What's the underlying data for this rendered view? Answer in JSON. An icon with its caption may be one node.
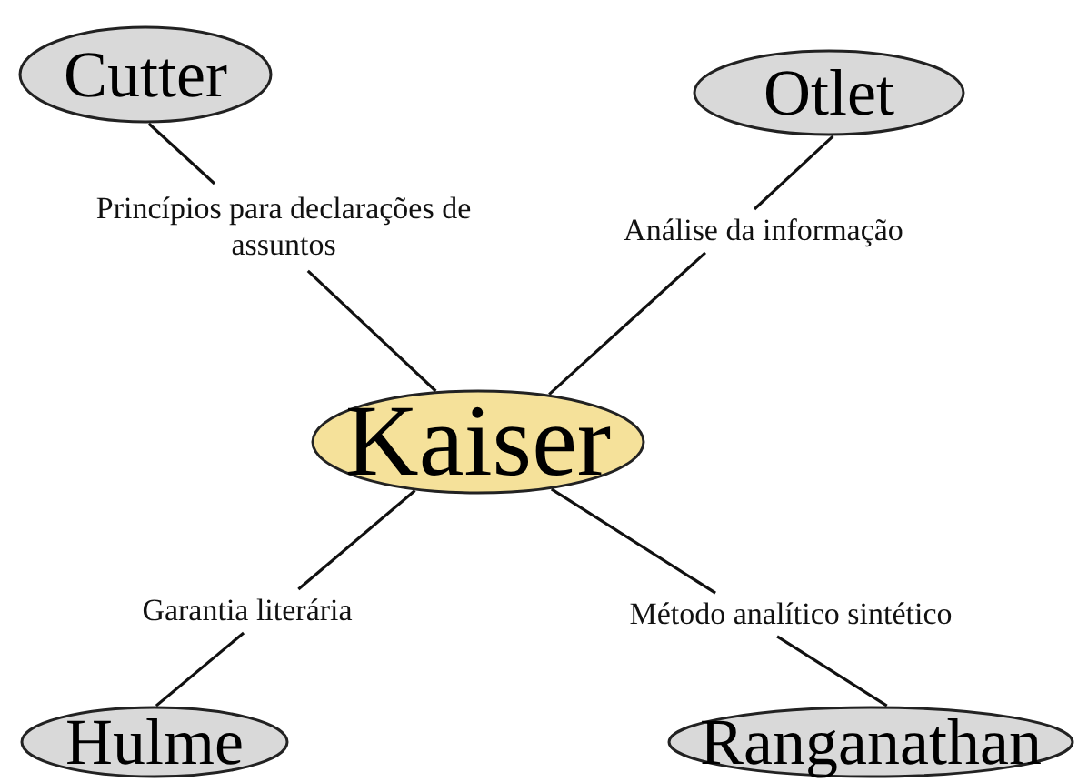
{
  "diagram": {
    "nodes": [
      {
        "text": [
          "Cutter"
        ]
      },
      {
        "text": [
          "Otlet"
        ]
      },
      {
        "text": [
          "Princípios para declarações de assuntos"
        ]
      },
      {
        "text": [
          "Análise da informação"
        ]
      },
      {
        "text": [
          "Kaiser"
        ]
      },
      {
        "text": [
          "Garantia literária"
        ]
      },
      {
        "text": [
          "Método analítico sintético"
        ]
      },
      {
        "text": [
          "Hulme"
        ]
      },
      {
        "text": [
          "Ranganathan"
        ]
      }
    ],
    "edges": [
      {
        "from": 0,
        "to": 2,
        "arrow": "none"
      },
      {
        "from": 2,
        "to": 4,
        "arrow": "none"
      },
      {
        "from": 1,
        "to": 3,
        "arrow": "none"
      },
      {
        "from": 3,
        "to": 4,
        "arrow": "none"
      },
      {
        "from": 4,
        "to": 5,
        "arrow": "none"
      },
      {
        "from": 5,
        "to": 7,
        "arrow": "none"
      },
      {
        "from": 4,
        "to": 6,
        "arrow": "none"
      },
      {
        "from": 6,
        "to": 8,
        "arrow": "none"
      }
    ]
  }
}
